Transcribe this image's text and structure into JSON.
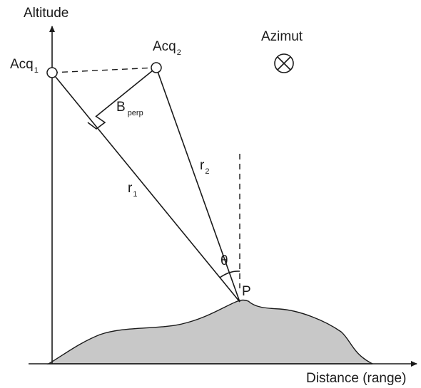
{
  "labels": {
    "altitude": "Altitude",
    "range_axis": "Distance (range)",
    "azimut": "Azimut",
    "acq1_base": "Acq",
    "acq1_sub": "1",
    "acq2_base": "Acq",
    "acq2_sub": "2",
    "bperp_base": "B",
    "bperp_sub": "perp",
    "r1_base": "r",
    "r1_sub": "1",
    "r2_base": "r",
    "r2_sub": "2",
    "theta": "θ",
    "point": "P"
  },
  "colors": {
    "terrain_fill": "#c8c8c8",
    "stroke": "#1a1a1a"
  }
}
